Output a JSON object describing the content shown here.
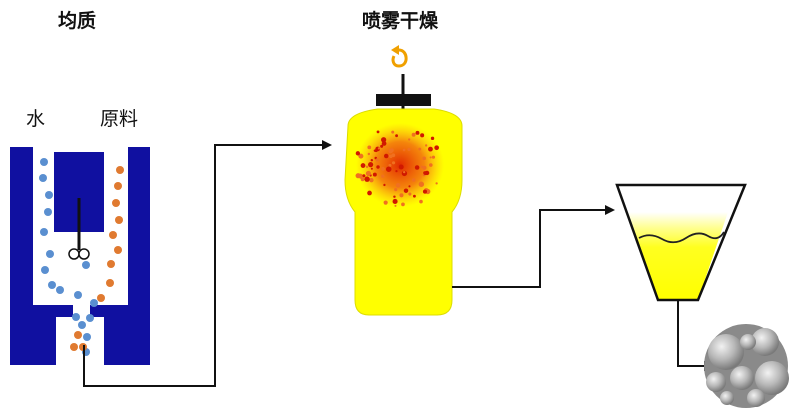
{
  "labels": {
    "homogenize": "均质",
    "spray_dry": "喷雾干燥",
    "water": "水",
    "raw_material": "原料"
  },
  "colors": {
    "homogenizer_blue": "#1010a0",
    "water_dot": "#5a8fd0",
    "material_dot": "#e07a30",
    "dryer_yellow": "#ffff00",
    "spray_red": "#e03000",
    "funnel_yellow": "#ffff33",
    "rotation_arrow": "#f0a000",
    "particle_gray": "#9a9a9a",
    "line": "#111111"
  },
  "icons": {
    "rotation": "rotation-arrow-icon"
  }
}
